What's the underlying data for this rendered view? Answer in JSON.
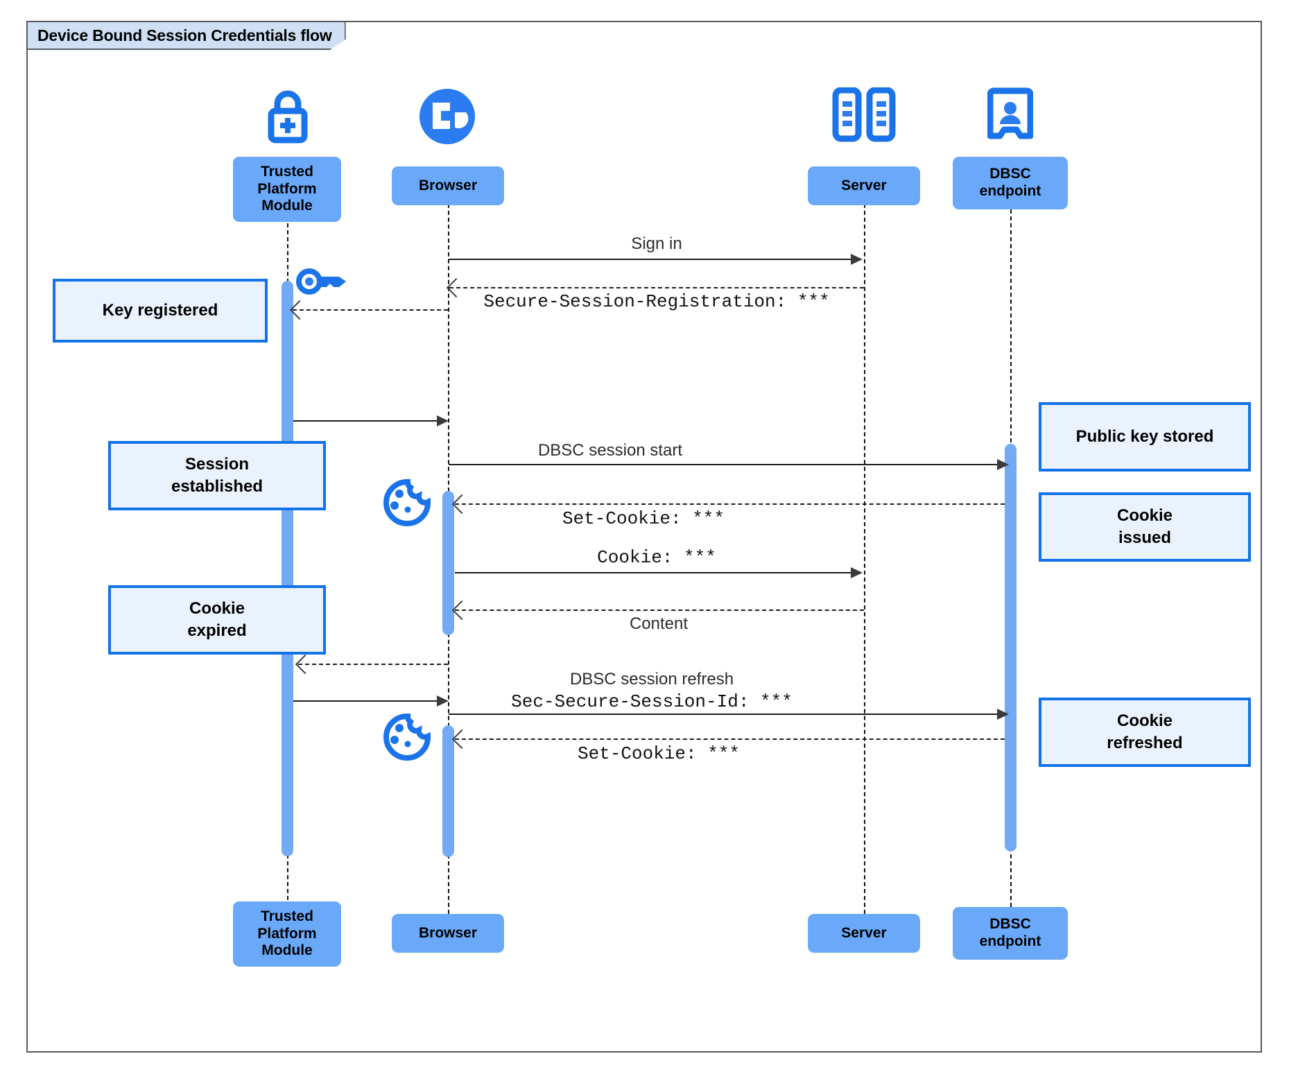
{
  "diagram": {
    "frame_title": "Device Bound Session Credentials flow",
    "type": "sequence-diagram",
    "colors": {
      "participant_fill": "#6aa9f9",
      "note_fill": "#eaf2fe",
      "note_border": "#1272e8",
      "activation_fill": "#72aaf8",
      "icon_blue": "#1a73e8",
      "frame_border": "#555a5e",
      "frame_title_fill": "#cfe0f5"
    }
  },
  "participants": [
    {
      "id": "tpm",
      "label": "Trusted\nPlatform\nModule",
      "label_line1": "Trusted",
      "label_line2": "Platform",
      "label_line3": "Module",
      "icon": "lock-plus-icon"
    },
    {
      "id": "browser",
      "label": "Browser",
      "icon": "globe-icon"
    },
    {
      "id": "server",
      "label": "Server",
      "icon": "server-rack-icon"
    },
    {
      "id": "dbsc",
      "label": "DBSC\nendpoint",
      "label_line1": "DBSC",
      "label_line2": "endpoint",
      "icon": "id-badge-icon"
    }
  ],
  "messages": [
    {
      "id": "m1",
      "from": "browser",
      "to": "server",
      "style": "solid",
      "label_sans": "Sign in",
      "label_mono": ""
    },
    {
      "id": "m2",
      "from": "server",
      "to": "browser",
      "style": "dashed",
      "label_sans": "",
      "label_mono": "Secure-Session-Registration: ***"
    },
    {
      "id": "m3",
      "from": "browser",
      "to": "tpm",
      "style": "dashed",
      "label_sans": "",
      "label_mono": ""
    },
    {
      "id": "m4",
      "from": "tpm",
      "to": "browser",
      "style": "solid",
      "label_sans": "",
      "label_mono": ""
    },
    {
      "id": "m5",
      "from": "browser",
      "to": "dbsc",
      "style": "solid",
      "label_sans": "DBSC session start",
      "label_mono": ""
    },
    {
      "id": "m6",
      "from": "dbsc",
      "to": "browser",
      "style": "dashed",
      "label_sans": "",
      "label_mono": "Set-Cookie: ***"
    },
    {
      "id": "m7",
      "from": "browser",
      "to": "server",
      "style": "solid",
      "label_sans": "",
      "label_mono": "Cookie: ***"
    },
    {
      "id": "m8",
      "from": "server",
      "to": "browser",
      "style": "dashed",
      "label_sans": "Content",
      "label_mono": ""
    },
    {
      "id": "m9",
      "from": "browser",
      "to": "tpm",
      "style": "dashed",
      "label_sans": "",
      "label_mono": ""
    },
    {
      "id": "m10",
      "from": "tpm",
      "to": "browser",
      "style": "solid",
      "label_sans": "",
      "label_mono": ""
    },
    {
      "id": "m11",
      "from": "browser",
      "to": "dbsc",
      "style": "solid",
      "label_sans": "DBSC session refresh",
      "label_mono": "Sec-Secure-Session-Id: ***"
    },
    {
      "id": "m12",
      "from": "dbsc",
      "to": "browser",
      "style": "dashed",
      "label_sans": "",
      "label_mono": "Set-Cookie: ***"
    }
  ],
  "notes": [
    {
      "id": "n1",
      "side": "left",
      "text": "Key registered",
      "line1": "Key registered",
      "line2": ""
    },
    {
      "id": "n2",
      "side": "left",
      "text": "Session established",
      "line1": "Session",
      "line2": "established"
    },
    {
      "id": "n3",
      "side": "left",
      "text": "Cookie expired",
      "line1": "Cookie",
      "line2": "expired"
    },
    {
      "id": "n4",
      "side": "right",
      "text": "Public key stored",
      "line1": "Public key stored",
      "line2": ""
    },
    {
      "id": "n5",
      "side": "right",
      "text": "Cookie issued",
      "line1": "Cookie",
      "line2": "issued"
    },
    {
      "id": "n6",
      "side": "right",
      "text": "Cookie refreshed",
      "line1": "Cookie",
      "line2": "refreshed"
    }
  ],
  "inline_icons": [
    {
      "id": "key1",
      "name": "key-icon",
      "near": "tpm"
    },
    {
      "id": "cookie1",
      "name": "cookie-icon",
      "near": "browser"
    },
    {
      "id": "cookie2",
      "name": "cookie-icon",
      "near": "browser"
    }
  ]
}
